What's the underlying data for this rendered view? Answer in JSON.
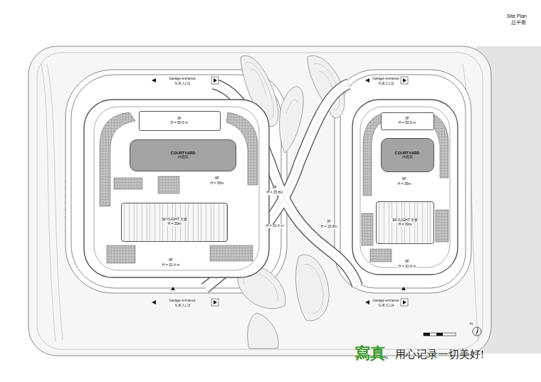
{
  "diagram": {
    "title": "Site Plan",
    "nodes": [
      {
        "text": [
          "3F",
          "H = 50.6 m"
        ]
      },
      {
        "text": [
          "COURTYARD",
          "内庭院"
        ]
      },
      {
        "text": [
          "SKYLIGHT 天窗",
          "H = 30m"
        ]
      },
      {
        "text": [
          "3F",
          "H = 50.6 m"
        ]
      },
      {
        "text": [
          "COURTYARD",
          "内庭院"
        ]
      },
      {
        "text": [
          "SKYLIGHT 天窗",
          "H = 30m"
        ]
      }
    ],
    "labels": [
      "总平面",
      "Garage entrance",
      "车库入口1",
      "Garage entrance",
      "车库入口2",
      "8F",
      "H = 35m",
      "8F",
      "H = 15.8m",
      "H = 31.4 m",
      "3F",
      "H = 15.8m",
      "8F",
      "H = 35m",
      "9F",
      "H = 31.4 m",
      "9F",
      "H = 31.4 m",
      "Garage entrance",
      "车库入口3",
      "Garage entrance",
      "车库入口4",
      "N",
      "寫真",
      "。用心记录一切美好!"
    ]
  }
}
